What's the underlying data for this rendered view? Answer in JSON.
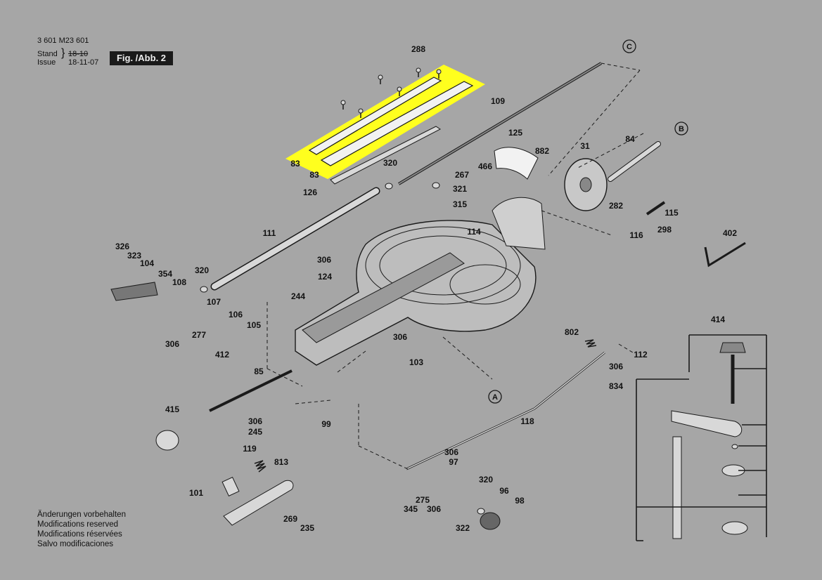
{
  "header": {
    "doc_number": "3 601 M23 601",
    "stand_label": "Stand",
    "issue_label": "Issue",
    "stand_date": "18-10",
    "issue_date": "18-11-07",
    "figure_label": "Fig. /Abb. 2"
  },
  "highlight_color": "#ffff1e",
  "part_labels": [
    "288",
    "109",
    "125",
    "882",
    "466",
    "83",
    "83",
    "320",
    "126",
    "267",
    "321",
    "315",
    "31",
    "84",
    "282",
    "115",
    "298",
    "116",
    "402",
    "114",
    "111",
    "326",
    "323",
    "104",
    "354",
    "108",
    "320",
    "107",
    "306",
    "124",
    "244",
    "106",
    "105",
    "306",
    "277",
    "412",
    "306",
    "103",
    "802",
    "112",
    "306",
    "834",
    "414",
    "85",
    "415",
    "306",
    "245",
    "99",
    "118",
    "119",
    "813",
    "101",
    "306",
    "97",
    "320",
    "96",
    "98",
    "275",
    "345",
    "306",
    "322",
    "269",
    "235"
  ],
  "callouts": [
    "A",
    "B",
    "C"
  ],
  "footer": {
    "lines": [
      "Änderungen vorbehalten",
      "Modifications reserved",
      "Modifications réservées",
      "Salvo modificaciones"
    ]
  }
}
